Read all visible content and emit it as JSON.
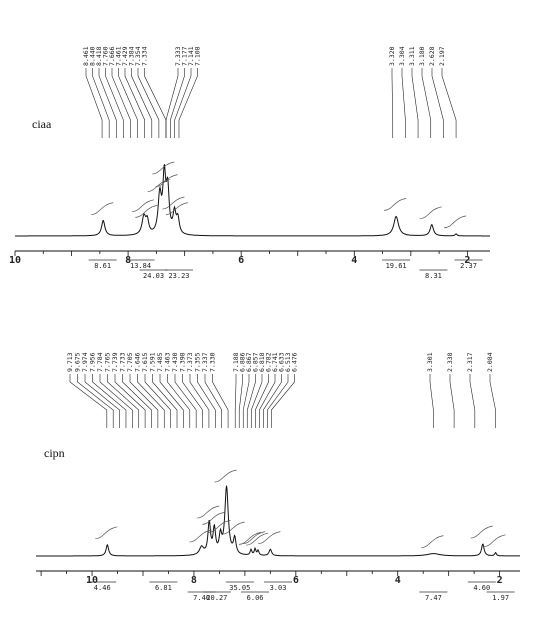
{
  "chart_data": [
    {
      "type": "line",
      "name": "ciaa",
      "xlabel": "",
      "ylabel": "",
      "xlim": [
        10.0,
        1.6
      ],
      "x_ticks": [
        {
          "v": 10,
          "l": "10"
        },
        {
          "v": 8,
          "l": "8"
        },
        {
          "v": 6,
          "l": "6"
        },
        {
          "v": 4,
          "l": "4"
        },
        {
          "v": 2,
          "l": "2"
        }
      ],
      "peak_labels": {
        "left": [
          "8.461",
          "8.440",
          "8.418",
          "7.760",
          "7.666",
          "7.461",
          "7.429",
          "7.384",
          "7.354",
          "7.334"
        ],
        "mid": [
          "7.333",
          "7.177",
          "7.141",
          "7.108"
        ],
        "right": [
          "3.320",
          "3.304",
          "3.311",
          "3.180",
          "2.628",
          "2.197"
        ]
      },
      "peaks": [
        {
          "x": 8.44,
          "h": 0.22,
          "w": 0.035
        },
        {
          "x": 7.72,
          "h": 0.26,
          "w": 0.04
        },
        {
          "x": 7.66,
          "h": 0.18,
          "w": 0.03
        },
        {
          "x": 7.44,
          "h": 0.55,
          "w": 0.035
        },
        {
          "x": 7.36,
          "h": 0.8,
          "w": 0.03
        },
        {
          "x": 7.3,
          "h": 0.62,
          "w": 0.03
        },
        {
          "x": 7.18,
          "h": 0.3,
          "w": 0.03
        },
        {
          "x": 7.12,
          "h": 0.22,
          "w": 0.03
        },
        {
          "x": 3.26,
          "h": 0.28,
          "w": 0.05
        },
        {
          "x": 2.63,
          "h": 0.16,
          "w": 0.035
        },
        {
          "x": 2.2,
          "h": 0.03,
          "w": 0.02
        }
      ],
      "integrals": [
        {
          "label": "8.61",
          "x": 8.45
        },
        {
          "label": "24.03",
          "x": 7.55
        },
        {
          "label": "13.84",
          "x": 7.78
        },
        {
          "label": "23.23",
          "x": 7.1
        },
        {
          "label": "19.61",
          "x": 3.26
        },
        {
          "label": "8.31",
          "x": 2.6
        },
        {
          "label": "2.37",
          "x": 1.98
        }
      ]
    },
    {
      "type": "line",
      "name": "cipn",
      "xlabel": "",
      "ylabel": "",
      "xlim": [
        11.1,
        1.6
      ],
      "x_ticks": [
        {
          "v": 10,
          "l": "10"
        },
        {
          "v": 8,
          "l": "8"
        },
        {
          "v": 6,
          "l": "6"
        },
        {
          "v": 4,
          "l": "4"
        },
        {
          "v": 2,
          "l": "2"
        }
      ],
      "peak_labels": {
        "left": [
          "9.713",
          "9.675",
          "7.974",
          "7.956",
          "7.784",
          "7.765",
          "7.739",
          "7.733",
          "7.705",
          "7.646",
          "7.615",
          "7.591",
          "7.485",
          "7.463",
          "7.430",
          "7.398",
          "7.373",
          "7.355",
          "7.337",
          "7.330"
        ],
        "mid": [
          "7.188",
          "6.886",
          "6.867",
          "6.857",
          "6.818",
          "6.782",
          "6.741",
          "6.633",
          "6.513",
          "6.476"
        ],
        "right": [
          "3.301",
          "2.338",
          "2.317",
          "2.084"
        ]
      },
      "peaks": [
        {
          "x": 9.7,
          "h": 0.14,
          "w": 0.03
        },
        {
          "x": 7.85,
          "h": 0.1,
          "w": 0.05
        },
        {
          "x": 7.7,
          "h": 0.4,
          "w": 0.03
        },
        {
          "x": 7.6,
          "h": 0.32,
          "w": 0.03
        },
        {
          "x": 7.48,
          "h": 0.22,
          "w": 0.03
        },
        {
          "x": 7.36,
          "h": 0.85,
          "w": 0.04
        },
        {
          "x": 7.2,
          "h": 0.2,
          "w": 0.03
        },
        {
          "x": 6.88,
          "h": 0.07,
          "w": 0.02
        },
        {
          "x": 6.8,
          "h": 0.08,
          "w": 0.02
        },
        {
          "x": 6.74,
          "h": 0.06,
          "w": 0.02
        },
        {
          "x": 6.5,
          "h": 0.08,
          "w": 0.03
        },
        {
          "x": 3.3,
          "h": 0.03,
          "w": 0.15
        },
        {
          "x": 2.33,
          "h": 0.15,
          "w": 0.03
        },
        {
          "x": 2.08,
          "h": 0.04,
          "w": 0.02
        }
      ],
      "integrals": [
        {
          "label": "4.46",
          "x": 9.8
        },
        {
          "label": "7.46",
          "x": 7.85
        },
        {
          "label": "6.81",
          "x": 8.6
        },
        {
          "label": "20.27",
          "x": 7.55
        },
        {
          "label": "35.05",
          "x": 7.1
        },
        {
          "label": "6.06",
          "x": 6.8
        },
        {
          "label": "3.03",
          "x": 6.35
        },
        {
          "label": "7.47",
          "x": 3.3
        },
        {
          "label": "4.60",
          "x": 2.35
        },
        {
          "label": "1.97",
          "x": 1.98
        }
      ]
    }
  ]
}
